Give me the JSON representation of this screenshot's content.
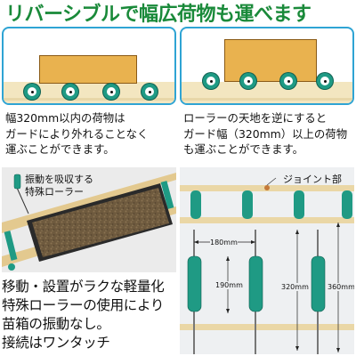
{
  "headline": "リバーシブルで幅広荷物も運べます",
  "panels": {
    "left": {
      "caption_lines": [
        "幅320mm以内の荷物は",
        "ガードにより外れることなく",
        "運ぶことができます。"
      ]
    },
    "right": {
      "caption_lines": [
        "ローラーの天地を逆にすると",
        "ガード幅（320mm）以上の荷物",
        "も運ぶことができます。"
      ]
    }
  },
  "photo_left": {
    "label_lines": [
      "振動を吸収する",
      "特殊ローラー"
    ]
  },
  "photo_right": {
    "joint_label": "ジョイント部",
    "dimensions": {
      "spacing": "180mm",
      "roller_length": "190mm",
      "guard_width": "320mm",
      "overall_width": "360mm"
    }
  },
  "bottom_text_lines": [
    "移動・設置がラクな軽量化",
    "特殊ローラーの使用により",
    "苗箱の振動なし。",
    "接続はワンタッチ"
  ],
  "colors": {
    "headline": "#1a8a3a",
    "panel_border": "#2fa4d4",
    "cargo": "#e9b24f",
    "roller": "#1f9a84",
    "floor": "#f3e6c0"
  }
}
